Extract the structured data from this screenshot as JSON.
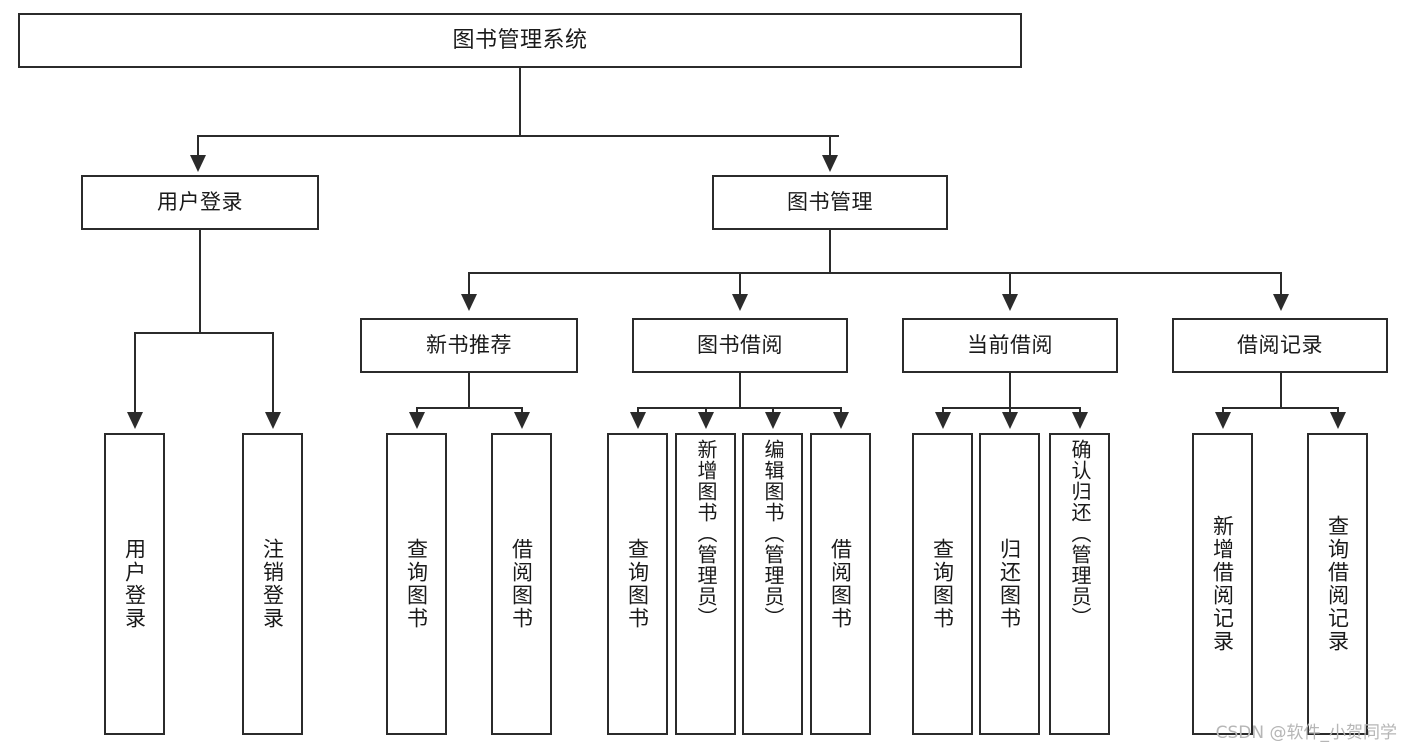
{
  "diagram": {
    "type": "tree-hierarchy",
    "title": "图书管理系统",
    "watermark": "CSDN @软件_小贺同学",
    "colors": {
      "box_border": "#2b2b2b",
      "box_fill": "#ffffff",
      "connector": "#2b2b2b",
      "text": "#1a1a1a",
      "watermark": "#b6b6b6",
      "background": "#ffffff"
    },
    "root": {
      "label": "图书管理系统"
    },
    "level2": [
      {
        "id": "user-login",
        "label": "用户登录"
      },
      {
        "id": "book-manage",
        "label": "图书管理"
      }
    ],
    "level3": [
      {
        "id": "new-book-recommend",
        "label": "新书推荐"
      },
      {
        "id": "book-borrow",
        "label": "图书借阅"
      },
      {
        "id": "current-borrow",
        "label": "当前借阅"
      },
      {
        "id": "borrow-record",
        "label": "借阅记录"
      }
    ],
    "leaves": {
      "user_login": [
        {
          "id": "leaf-user-login",
          "label": "用户登录"
        },
        {
          "id": "leaf-logout-login",
          "label": "注销登录"
        }
      ],
      "new_book_recommend": [
        {
          "id": "leaf-query-book-1",
          "label": "查询图书"
        },
        {
          "id": "leaf-borrow-book-1",
          "label": "借阅图书"
        }
      ],
      "book_borrow": [
        {
          "id": "leaf-query-book-2",
          "label": "查询图书"
        },
        {
          "id": "leaf-add-book",
          "label": "新增图书（管理员）"
        },
        {
          "id": "leaf-edit-book",
          "label": "编辑图书（管理员）"
        },
        {
          "id": "leaf-borrow-book-2",
          "label": "借阅图书"
        }
      ],
      "current_borrow": [
        {
          "id": "leaf-query-book-3",
          "label": "查询图书"
        },
        {
          "id": "leaf-return-book",
          "label": "归还图书"
        },
        {
          "id": "leaf-confirm-return",
          "label": "确认归还（管理员）"
        }
      ],
      "borrow_record": [
        {
          "id": "leaf-add-record",
          "label": "新增借阅记录"
        },
        {
          "id": "leaf-query-record",
          "label": "查询借阅记录"
        }
      ]
    }
  }
}
